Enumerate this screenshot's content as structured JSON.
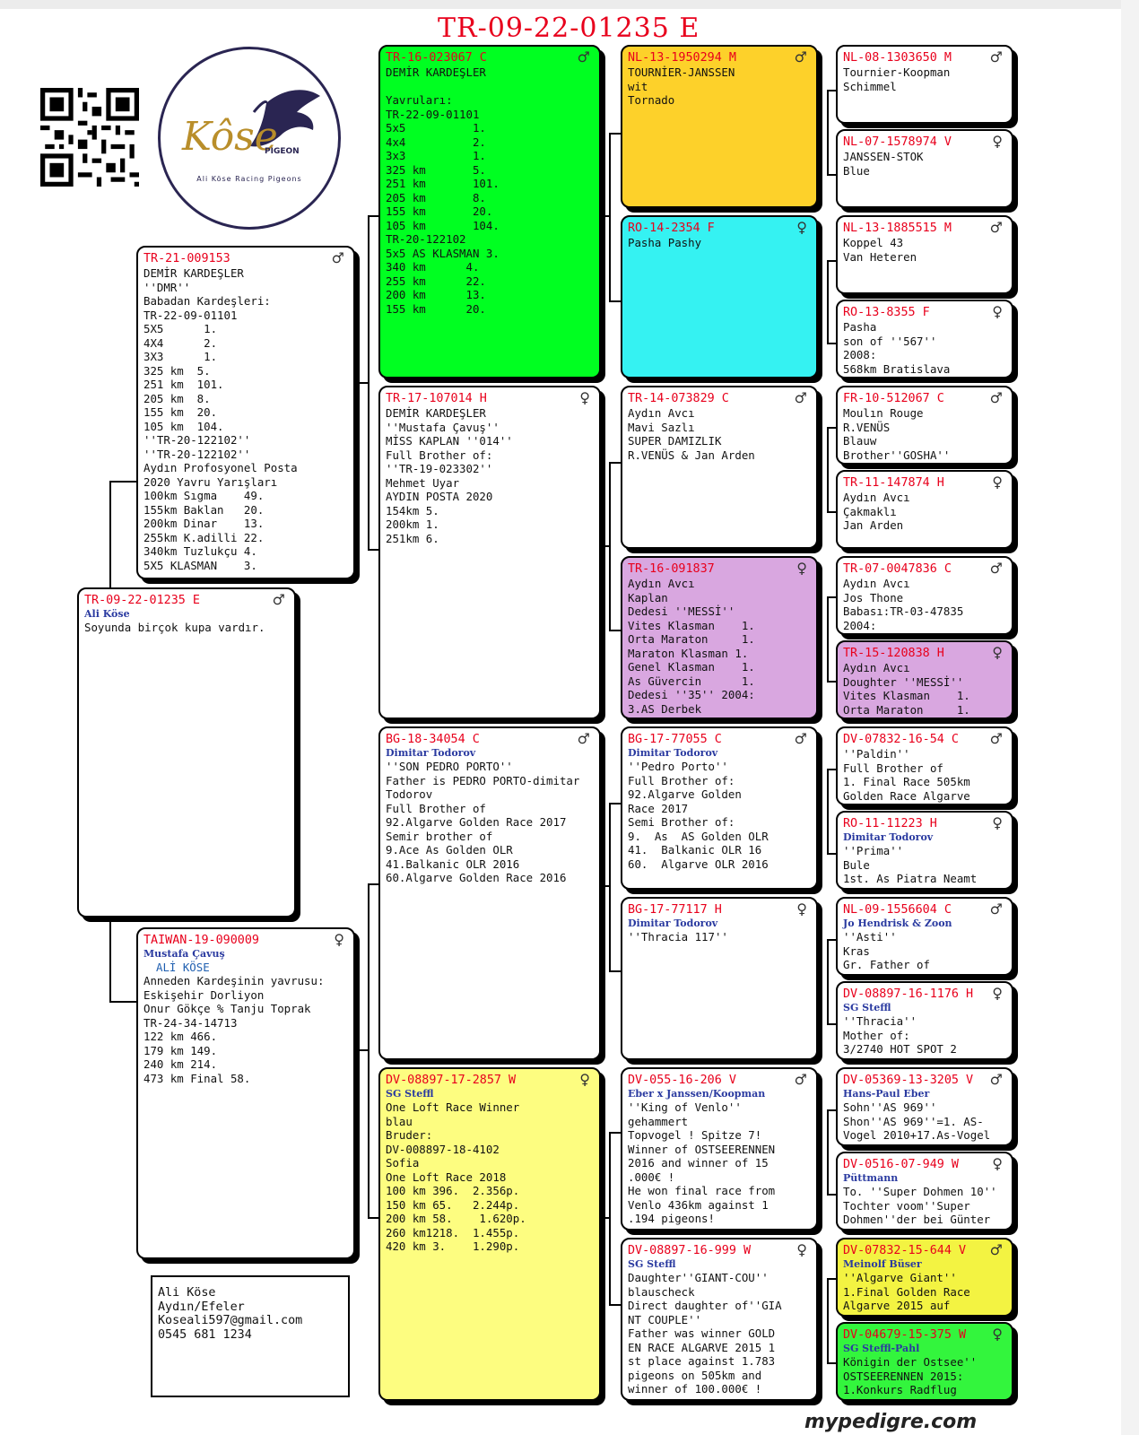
{
  "header": {
    "title": "TR-09-22-01235  E"
  },
  "logo": {
    "brand": "Kôse",
    "tag": "PIGEON",
    "subtitle": "Ali Köse Racing Pigeons"
  },
  "cards": {
    "subject": {
      "ring": "TR-09-22-01235 E",
      "owner": "Ali Köse",
      "text": "Soyunda birçok kupa vardır.",
      "sex": "♂"
    },
    "sire": {
      "ring": "TR-21-009153",
      "sex": "♂",
      "text": "DEMİR KARDEŞLER\n''DMR''\nBabadan Kardeşleri:\nTR-22-09-01101\n5X5      1.\n4X4      2.\n3X3      1.\n325 km  5.\n251 km  101.\n205 km  8.\n155 km  20.\n105 km  104.\n''TR-20-122102''\n''TR-20-122102''\nAydın Profosyonel Posta\n2020 Yavru Yarışları\n100km Sıgma    49.\n155km Baklan   20.\n200km Dinar    13.\n255km K.adilli 22.\n340km Tuzlukçu 4.\n5X5 KLASMAN    3."
    },
    "dam": {
      "ring": "TAIWAN-19-090009",
      "sex": "♀",
      "owner": "Mustafa Çavuş",
      "owner2": "ALİ KÖSE",
      "text": "Anneden Kardeşinin yavrusu:\nEskişehir Dorliyon\nOnur Gökçe % Tanju Toprak\nTR-24-34-14713\n122 km 466.\n179 km 149.\n240 km 214.\n473 km Final 58."
    },
    "ss": {
      "ring": "TR-16-023067 C",
      "sex": "♂",
      "text": "DEMİR KARDEŞLER\n\nYavruları:\nTR-22-09-01101\n5x5          1.\n4x4          2.\n3x3          1.\n325 km       5.\n251 km       101.\n205 km       8.\n155 km       20.\n105 km       104.\nTR-20-122102\n5x5 AS KLASMAN 3.\n340 km      4.\n255 km      22.\n200 km      13.\n155 km      20."
    },
    "sd": {
      "ring": "TR-17-107014 H",
      "sex": "♀",
      "text": "DEMİR KARDEŞLER\n''Mustafa Çavuş''\nMİSS KAPLAN ''014''\nFull Brother of:\n''TR-19-023302''\nMehmet Uyar\nAYDIN POSTA 2020\n154km 5.\n200km 1.\n251km 6."
    },
    "ds": {
      "ring": "BG-18-34054 C",
      "sex": "♂",
      "owner": "Dimitar Todorov",
      "text": "''SON PEDRO PORTO''\nFather is PEDRO PORTO-dimitar\nTodorov\nFull Brother of\n92.Algarve Golden Race 2017\nSemir brother of\n9.Ace As Golden OLR\n41.Balkanic OLR 2016\n60.Algarve Golden Race 2016"
    },
    "dd": {
      "ring": "DV-08897-17-2857 W",
      "sex": "♀",
      "owner": "SG Steffl",
      "text": "One Loft Race Winner\nblau\nBruder:\nDV-008897-18-4102\nSofia\nOne Loft Race 2018\n100 km 396.  2.356p.\n150 km 65.   2.244p.\n200 km 58.    1.620p.\n260 km1218.  1.455p.\n420 km 3.    1.290p."
    },
    "sss": {
      "ring": "NL-13-1950294 M",
      "sex": "♂",
      "text": "TOURNİER-JANSSEN\nwit\nTornado"
    },
    "ssd": {
      "ring": "RO-14-2354 F",
      "sex": "♀",
      "text": "Pasha Pashy"
    },
    "sds": {
      "ring": "TR-14-073829 C",
      "sex": "♂",
      "text": "Aydın Avcı\nMavi Sazlı\nSUPER DAMIZLIK\nR.VENÜS & Jan Arden"
    },
    "sdd": {
      "ring": "TR-16-091837",
      "sex": "♀",
      "text": "Aydın Avcı\nKaplan\nDedesi ''MESSİ''\nVites Klasman    1.\nOrta Maraton     1.\nMaraton Klasman 1.\nGenel Klasman    1.\nAs Güvercin      1.\nDedesi ''35'' 2004:\n3.AS Derbek"
    },
    "dss": {
      "ring": "BG-17-77055 C",
      "sex": "♂",
      "owner": "Dimitar Todorov",
      "text": "''Pedro Porto''\nFull Brother of:\n92.Algarve Golden\nRace 2017\nSemi Brother of:\n9.  As  AS Golden OLR\n41.  Balkanic OLR 16\n60.  Algarve OLR 2016"
    },
    "dsd": {
      "ring": "BG-17-77117 H",
      "sex": "♀",
      "owner": "Dimitar Todorov",
      "text": "''Thracia 117''"
    },
    "dds": {
      "ring": "DV-055-16-206 V",
      "sex": "♂",
      "owner": "Eber x Janssen/Koopman",
      "text": "''King of Venlo''\ngehammert\nTopvogel ! Spitze 7!\nWinner of OSTSEERENNEN\n2016 and winner of 15\n.000€ !\nHe won final race from\nVenlo 436km against 1\n.194 pigeons!"
    },
    "ddd": {
      "ring": "DV-08897-16-999 W",
      "sex": "♀",
      "owner": "SG Steffl",
      "text": "Daughter''GIANT-COU''\nblauscheck\nDirect daughter of''GIA\nNT COUPLE''\nFather was winner GOLD\nEN RACE ALGARVE 2015 1\nst place against 1.783\npigeons on 505km and\nwinner of 100.000€ !"
    },
    "g1": {
      "ring": "NL-08-1303650 M",
      "sex": "♂",
      "text": "Tournier-Koopman\nSchimmel"
    },
    "g2": {
      "ring": "NL-07-1578974 V",
      "sex": "♀",
      "text": "JANSSEN-STOK\nBlue"
    },
    "g3": {
      "ring": "NL-13-1885515 M",
      "sex": "♂",
      "text": "Koppel 43\nVan Heteren"
    },
    "g4": {
      "ring": "RO-13-8355 F",
      "sex": "♀",
      "text": "Pasha\nson of ''567''\n2008:\n568km Bratislava"
    },
    "g5": {
      "ring": "FR-10-512067 C",
      "sex": "♂",
      "text": "Moulın Rouge\nR.VENÜS\nBlauw\nBrother''GOSHA''"
    },
    "g6": {
      "ring": "TR-11-147874 H",
      "sex": "♀",
      "text": "Aydın Avcı\nÇakmaklı\nJan Arden"
    },
    "g7": {
      "ring": "TR-07-0047836 C",
      "sex": "♂",
      "text": "Aydın Avcı\nJos Thone\nBabası:TR-03-47835\n2004:"
    },
    "g8": {
      "ring": "TR-15-120838 H",
      "sex": "♀",
      "text": "Aydın Avcı\nDoughter ''MESSİ''\nVites Klasman    1.\nOrta Maraton     1."
    },
    "g9": {
      "ring": "DV-07832-16-54 C",
      "sex": "♂",
      "text": "''Paldin''\nFull Brother of\n1. Final Race 505km\nGolden Race Algarve"
    },
    "g10": {
      "ring": "RO-11-11223 H",
      "sex": "♀",
      "owner": "Dimitar Todorov",
      "text": "''Prima''\nBule\n1st. As Piatra Neamt"
    },
    "g11": {
      "ring": "NL-09-1556604 C",
      "sex": "♂",
      "owner": "Jo Hendrisk & Zoon",
      "text": "''Asti''\nKras\nGr. Father of"
    },
    "g12": {
      "ring": "DV-08897-16-1176 H",
      "sex": "♀",
      "owner": "SG Steffl",
      "text": "''Thracia''\nMother of:\n3/2740 HOT SPOT 2"
    },
    "g13": {
      "ring": "DV-05369-13-3205 V",
      "sex": "♂",
      "owner": "Hans-Paul Eber",
      "text": "Sohn''AS 969''\nShon''AS 969''=1. AS-\nVogel 2010+17.As-Vogel"
    },
    "g14": {
      "ring": "DV-0516-07-949 W",
      "sex": "♀",
      "owner": "Püttmann",
      "text": "To. ''Super Dohmen 10''\nTochter voom''Super\nDohmen''der bei Günter"
    },
    "g15": {
      "ring": "DV-07832-15-644 V",
      "sex": "♂",
      "owner": "Meinolf Büser",
      "text": "''Algarve Giant''\n1.Final Golden Race\nAlgarve 2015 auf"
    },
    "g16": {
      "ring": "DV-04679-15-375 W",
      "sex": "♀",
      "owner": "SG Steffl-Pahl",
      "text": "Königin der Ostsee''\nOSTSEERENNEN 2015:\n1.Konkurs Radflug"
    }
  },
  "contact": {
    "text": "Ali Köse\nAydın/Efeler\nKoseali597@gmail.com\n0545 681 1234"
  },
  "footer": {
    "site": "mypedigre.com"
  }
}
